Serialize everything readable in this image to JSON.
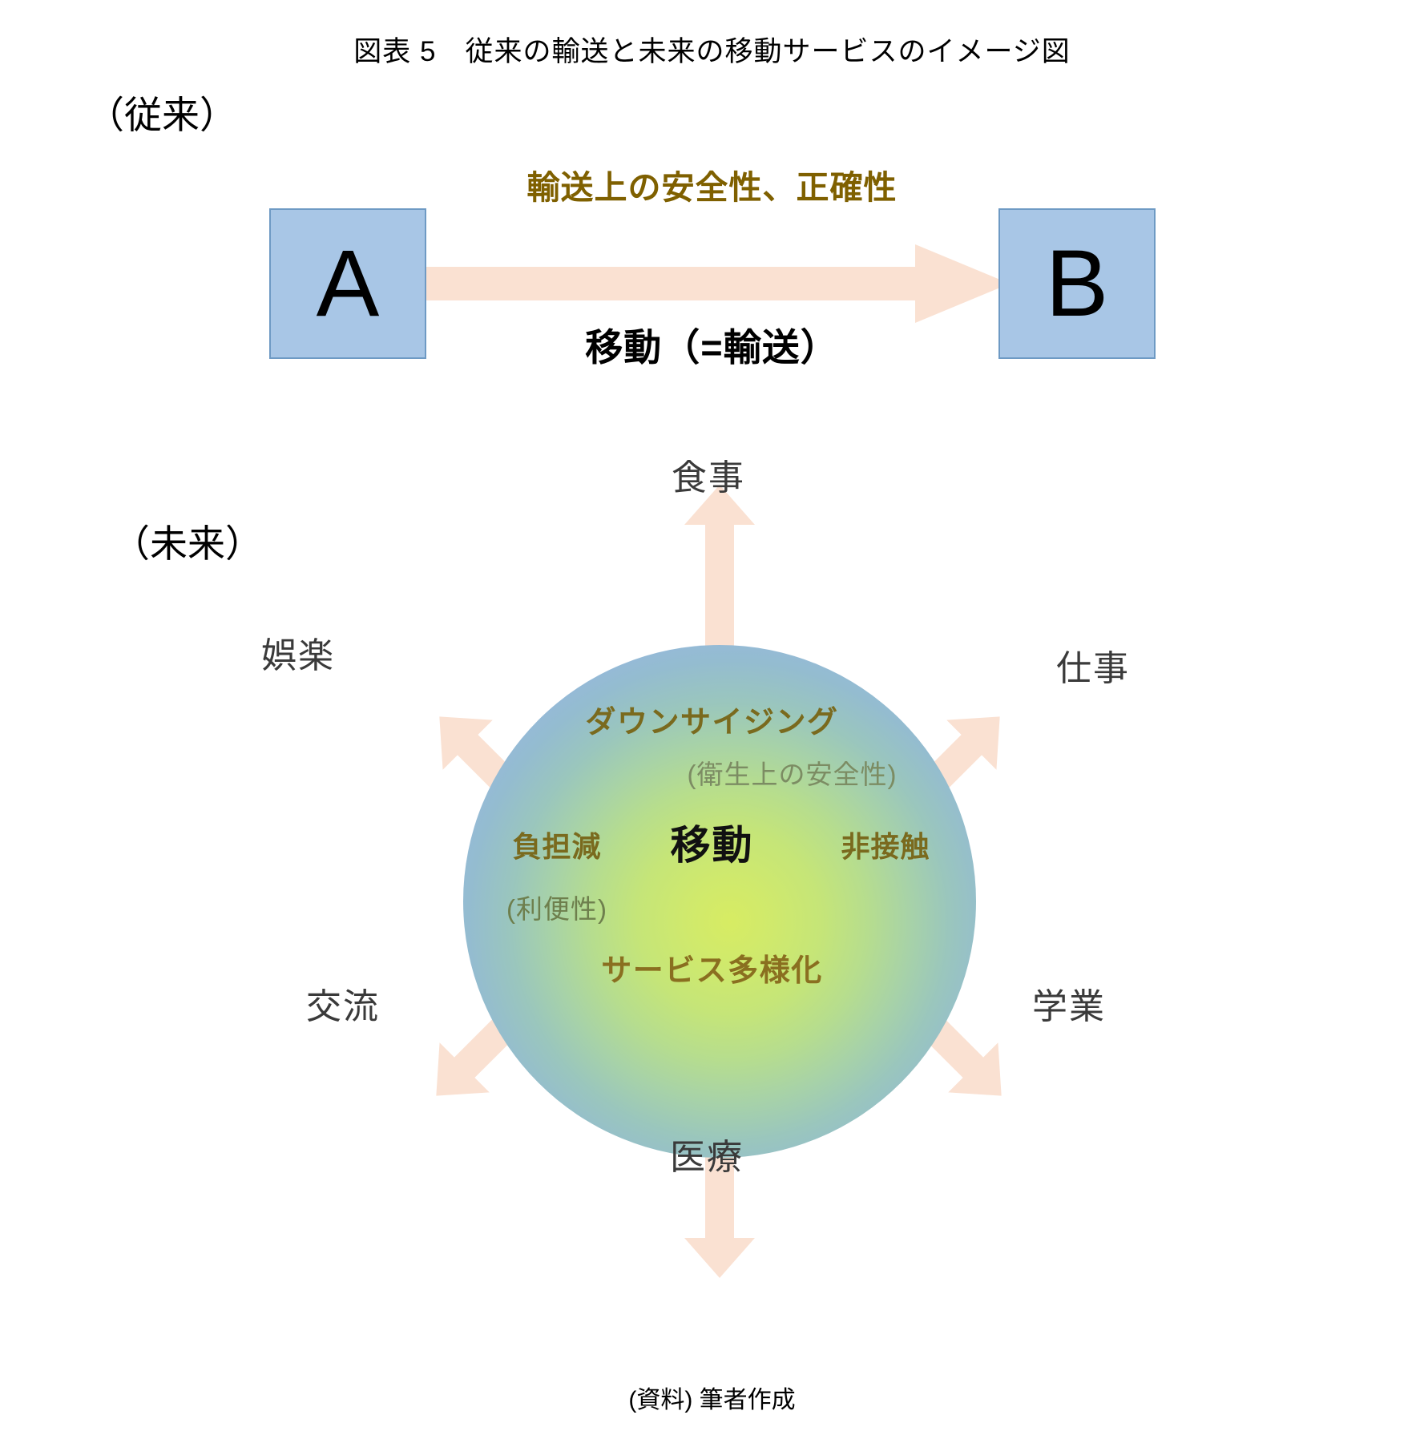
{
  "figure": {
    "title": "図表 5　従来の輸送と未来の移動サービスのイメージ図",
    "source_note": "(資料) 筆者作成"
  },
  "conventional": {
    "section_label": "（従来）",
    "origin_box": "A",
    "destination_box": "B",
    "arrow_top_label": "輸送上の安全性、正確性",
    "arrow_bottom_label": "移動（=輸送）",
    "arrow_direction": "A → B"
  },
  "future": {
    "section_label": "（未来）",
    "sphere": {
      "center_label": "移動",
      "top_label": "ダウンサイジング",
      "top_sub_label": "(衛生上の安全性)",
      "left_label": "負担減",
      "left_sub_label": "(利便性)",
      "right_label": "非接触",
      "bottom_label": "サービス多様化"
    },
    "activities": [
      {
        "label": "食事",
        "position": "top"
      },
      {
        "label": "仕事",
        "position": "upper-right"
      },
      {
        "label": "学業",
        "position": "lower-right"
      },
      {
        "label": "医療",
        "position": "bottom"
      },
      {
        "label": "交流",
        "position": "lower-left"
      },
      {
        "label": "娯楽",
        "position": "upper-left"
      }
    ]
  },
  "colors": {
    "box_fill": "#A8C6E6",
    "box_border": "#6E9AC4",
    "arrow_fill": "#FAE1D2",
    "accent_gold": "#7F6000",
    "sphere_center": "#D7EC63",
    "sphere_edge": "#AAB6EA",
    "activity_text": "#3A3A3A"
  }
}
